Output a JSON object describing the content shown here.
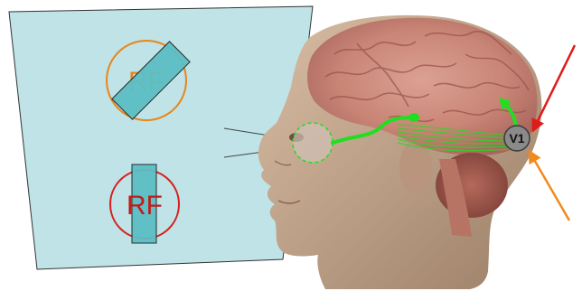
{
  "diagram": {
    "rf_top": {
      "label": "RF",
      "circle_color": "#e8861a",
      "text_color": "#e8861a"
    },
    "rf_bottom": {
      "label": "RF",
      "circle_color": "#d81e1e",
      "text_color": "#c41a1a"
    },
    "v1_label": "V1",
    "screen_color": "#bfe3e6",
    "bar_color": "#5cbfc4",
    "pathway_color": "#22dd22",
    "arrow_colors": {
      "top": "#e11a1a",
      "bottom": "#f08a1e"
    },
    "icons": [
      "visual-stimulus-screen",
      "receptive-field",
      "brain-head",
      "visual-pathway",
      "v1-cortex",
      "electrode-arrow"
    ]
  }
}
